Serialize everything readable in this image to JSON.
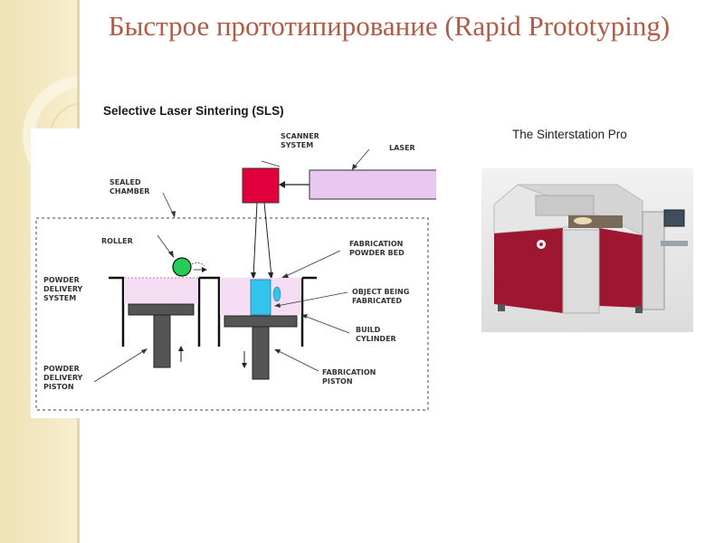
{
  "slide": {
    "title": "Быстрое прототипирование (Rapid Prototyping)"
  },
  "diagram": {
    "heading": "Selective Laser Sintering (SLS)",
    "labels": {
      "scanner_system": [
        "SCANNER",
        "SYSTEM"
      ],
      "laser": [
        "LASER"
      ],
      "sealed_chamber": [
        "SEALED",
        "CHAMBER"
      ],
      "roller": [
        "ROLLER"
      ],
      "fabrication_powder_bed": [
        "FABRICATION",
        "POWDER BED"
      ],
      "powder_delivery_system": [
        "POWDER",
        "DELIVERY",
        "SYSTEM"
      ],
      "object_being_fabricated": [
        "OBJECT BEING",
        "FABRICATED"
      ],
      "build_cylinder": [
        "BUILD",
        "CYLINDER"
      ],
      "powder_delivery_piston": [
        "POWDER",
        "DELIVERY",
        "PISTON"
      ],
      "fabrication_piston": [
        "FABRICATION",
        "PISTON"
      ]
    },
    "colors": {
      "scanner": "#e2003c",
      "laser": "#e8c8f0",
      "powder": "#f5ddf3",
      "object": "#33c4ee",
      "roller": "#22cc55",
      "piston": "#555555"
    }
  },
  "photo": {
    "caption": "The Sinterstation Pro",
    "colors": {
      "machine_body": "#9e1730",
      "panel": "#dcdcdc"
    }
  },
  "icons": [
    "red-dot-icon"
  ]
}
